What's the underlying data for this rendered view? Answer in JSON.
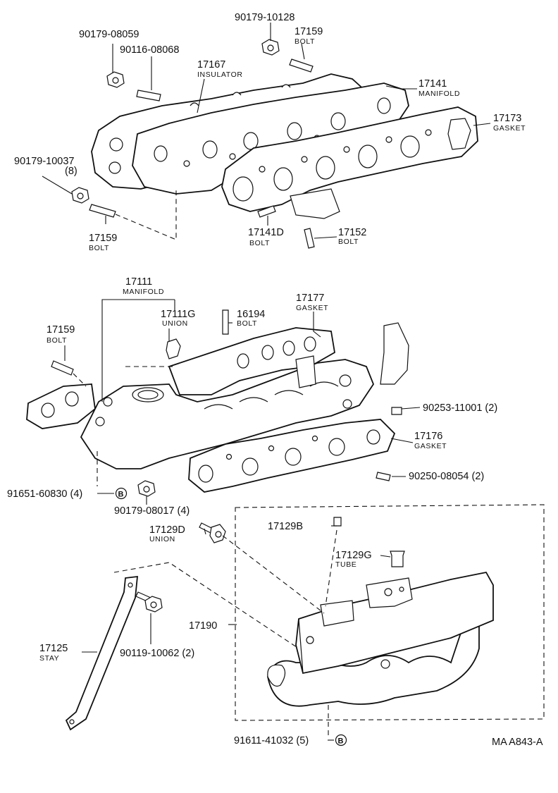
{
  "labels": {
    "p90179_10128": "90179-10128",
    "p17159_top": "17159",
    "bolt_top": "BOLT",
    "p90179_08059": "90179-08059",
    "p90116_08068": "90116-08068",
    "p17167": "17167",
    "insulator": "INSULATOR",
    "p17141": "17141",
    "manifold_17141": "MANIFOLD",
    "p17173": "17173",
    "gasket_17173": "GASKET",
    "p90179_10037": "90179-10037",
    "qty_8": "(8)",
    "p17159_left": "17159",
    "bolt_left": "BOLT",
    "p17141D": "17141D",
    "bolt_17141D": "BOLT",
    "p17152": "17152",
    "bolt_17152": "BOLT",
    "p17111": "17111",
    "manifold_17111": "MANIFOLD",
    "p17111G": "17111G",
    "union_17111G": "UNION",
    "p16194": "16194",
    "bolt_16194": "BOLT",
    "p17177": "17177",
    "gasket_17177": "GASKET",
    "p17159_mid": "17159",
    "bolt_mid": "BOLT",
    "p90253_11001": "90253-11001 (2)",
    "p17176": "17176",
    "gasket_17176": "GASKET",
    "p90250_08054": "90250-08054 (2)",
    "p91651_60830": "91651-60830 (4)",
    "ref_b1": "B",
    "p90179_08017": "90179-08017 (4)",
    "p17129D": "17129D",
    "union_17129D": "UNION",
    "p17129B": "17129B",
    "p17129G": "17129G",
    "tube_17129G": "TUBE",
    "p17190": "17190",
    "p17125": "17125",
    "stay_17125": "STAY",
    "p90119_10062": "90119-10062 (2)",
    "p91611_41032": "91611-41032 (5)",
    "ref_b2": "B",
    "figure_code": "MA A843-A"
  }
}
